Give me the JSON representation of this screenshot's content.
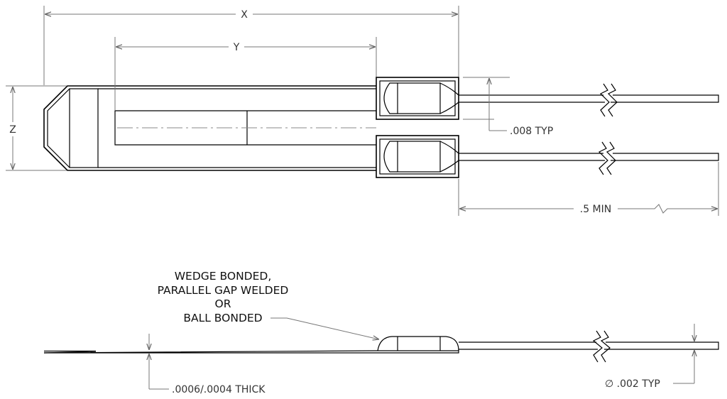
{
  "dimensions": {
    "x_label": "X",
    "y_label": "Y",
    "z_label": "Z",
    "lead_spacing": ".008 TYP",
    "lead_length": ".5 MIN",
    "thickness": ".0006/.0004 THICK",
    "lead_diameter": "∅ .002 TYP"
  },
  "callout": {
    "lines": [
      "WEDGE BONDED,",
      "PARALLEL GAP WELDED",
      "OR",
      "BALL BONDED"
    ]
  }
}
